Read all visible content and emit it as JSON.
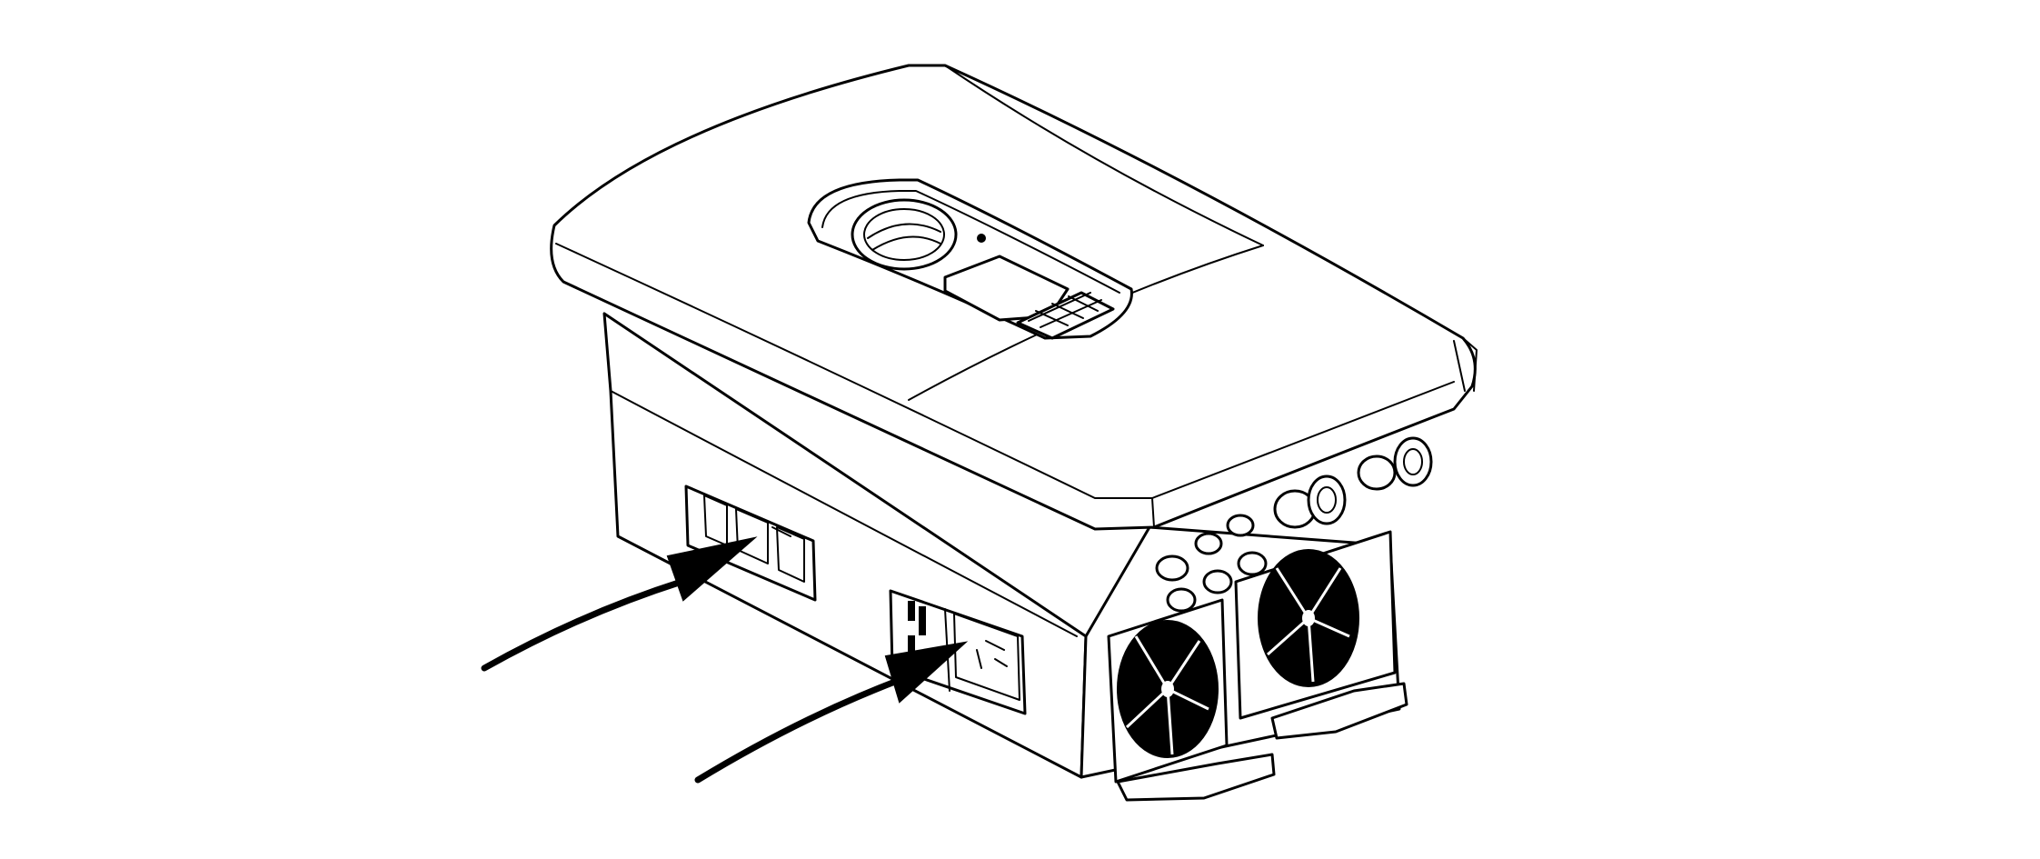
{
  "figure": {
    "subject": "inverter",
    "callouts": [
      {
        "name": "arrow-to-upper-label",
        "target": "type-plate-upper"
      },
      {
        "name": "arrow-to-lower-label",
        "target": "type-plate-lower"
      }
    ]
  },
  "colors": {
    "line": "#000000",
    "background": "#ffffff"
  }
}
